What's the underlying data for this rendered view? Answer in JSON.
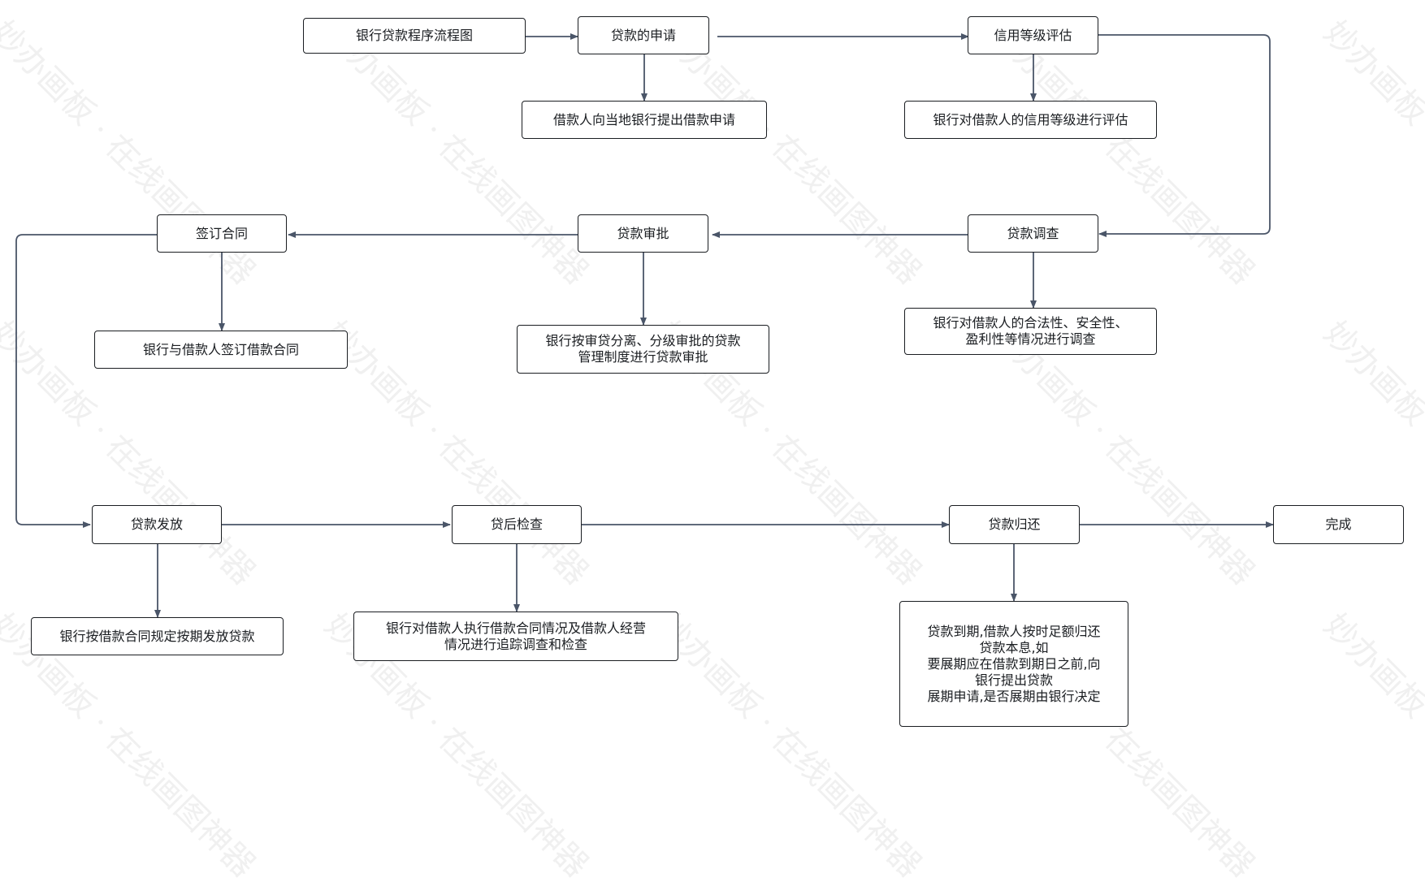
{
  "watermark": {
    "text": "妙办画板 · 在线画图神器"
  },
  "colors": {
    "edge": "#4a5568",
    "node_border": "#1a1d21",
    "text": "#1a1d21"
  },
  "nodes": {
    "title": "银行贷款程序流程图",
    "apply": "贷款的申请",
    "apply_detail": "借款人向当地银行提出借款申请",
    "credit": "信用等级评估",
    "credit_detail": "银行对借款人的信用等级进行评估",
    "survey": "贷款调查",
    "survey_detail": "银行对借款人的合法性、安全性、\n盈利性等情况进行调查",
    "approve": "贷款审批",
    "approve_detail": "银行按审贷分离、分级审批的贷款\n管理制度进行贷款审批",
    "contract": "签订合同",
    "contract_detail": "银行与借款人签订借款合同",
    "issue": "贷款发放",
    "issue_detail": "银行按借款合同规定按期发放贷款",
    "check": "贷后检查",
    "check_detail": "银行对借款人执行借款合同情况及借款人经营\n情况进行追踪调查和检查",
    "repay": "贷款归还",
    "repay_detail": "贷款到期,借款人按时足额归还\n贷款本息,如\n要展期应在借款到期日之前,向\n银行提出贷款\n展期申请,是否展期由银行决定",
    "done": "完成"
  }
}
